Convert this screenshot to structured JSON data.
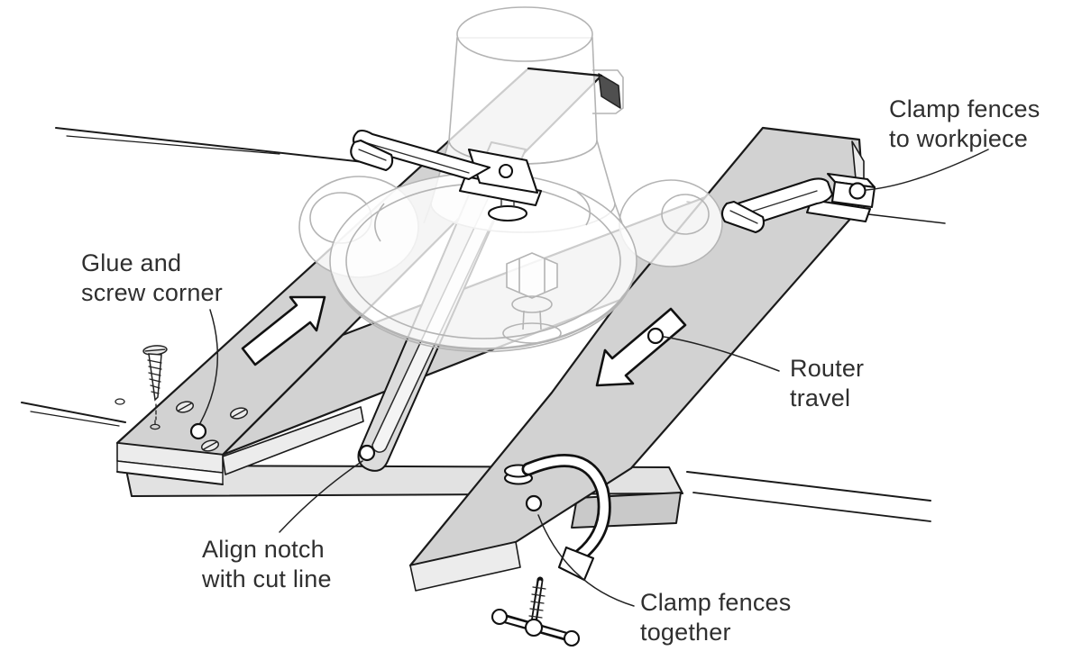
{
  "diagram": {
    "labels": {
      "clamp_fences_workpiece": {
        "line1": "Clamp fences",
        "line2": "to workpiece"
      },
      "glue_screw_corner": {
        "line1": "Glue and",
        "line2": "screw corner"
      },
      "router_travel": {
        "line1": "Router",
        "line2": "travel"
      },
      "align_notch": {
        "line1": "Align notch",
        "line2": "with cut line"
      },
      "clamp_fences_together": {
        "line1": "Clamp fences",
        "line2": "together"
      }
    },
    "colors": {
      "background": "#ffffff",
      "board_gray": "#d2d2d2",
      "board_light": "#e2e2e2",
      "board_end": "#ececec",
      "board_front_dark": "#c9c9c9",
      "outline": "#1a1a1a",
      "ghost_line": "#b4b4b4",
      "text": "#2f2f2f",
      "leader": "#222222"
    }
  }
}
